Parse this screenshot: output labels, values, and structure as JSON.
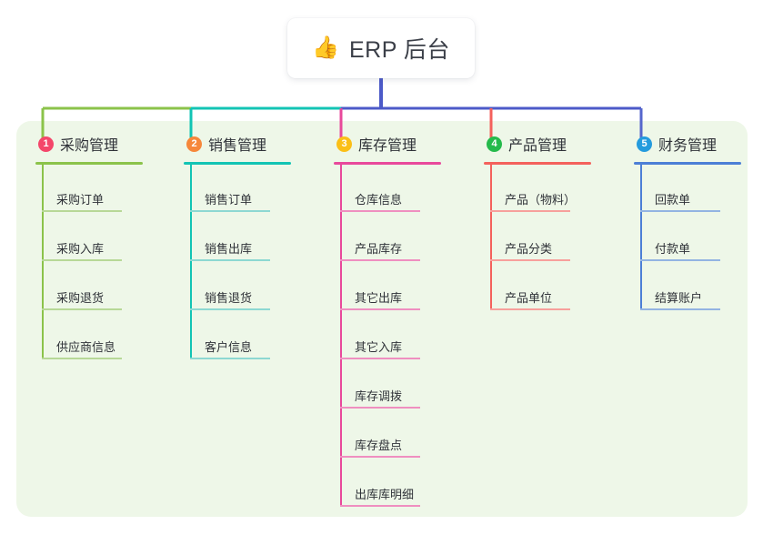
{
  "root": {
    "icon": "thumbs-up-icon",
    "emoji": "👍",
    "title": "ERP 后台"
  },
  "palette": {
    "canvas": "#eef7e8",
    "page": "#ffffff",
    "root_box": "#ffffff",
    "stem_primary": "#4c5ac8",
    "text": "#2f3238"
  },
  "branches": [
    {
      "number": "1",
      "title": "采购管理",
      "badge_color": "#f4466a",
      "line_color": "#8bc34a",
      "leaf_line_color": "#b7d897",
      "connector_color": "#8bc34a",
      "items": [
        {
          "label": "采购订单"
        },
        {
          "label": "采购入库"
        },
        {
          "label": "采购退货"
        },
        {
          "label": "供应商信息"
        }
      ]
    },
    {
      "number": "2",
      "title": "销售管理",
      "badge_color": "#f6873a",
      "line_color": "#12c4b4",
      "leaf_line_color": "#8dd8d2",
      "connector_color": "#12c4b4",
      "items": [
        {
          "label": "销售订单"
        },
        {
          "label": "销售出库"
        },
        {
          "label": "销售退货"
        },
        {
          "label": "客户信息"
        }
      ]
    },
    {
      "number": "3",
      "title": "库存管理",
      "badge_color": "#fbbf17",
      "line_color": "#e8499b",
      "leaf_line_color": "#ef8fc0",
      "connector_color": "#e8499b",
      "items": [
        {
          "label": "仓库信息"
        },
        {
          "label": "产品库存"
        },
        {
          "label": "其它出库"
        },
        {
          "label": "其它入库"
        },
        {
          "label": "库存调拨"
        },
        {
          "label": "库存盘点"
        },
        {
          "label": "出库库明细"
        }
      ]
    },
    {
      "number": "4",
      "title": "产品管理",
      "badge_color": "#25ba4b",
      "line_color": "#f4615c",
      "leaf_line_color": "#f7a09c",
      "connector_color": "#f4615c",
      "items": [
        {
          "label": "产品（物料）"
        },
        {
          "label": "产品分类"
        },
        {
          "label": "产品单位"
        }
      ]
    },
    {
      "number": "5",
      "title": "财务管理",
      "badge_color": "#249bdd",
      "line_color": "#4c7fd6",
      "leaf_line_color": "#93b4e2",
      "connector_color": "#5566cc",
      "items": [
        {
          "label": "回款单"
        },
        {
          "label": "付款单"
        },
        {
          "label": "结算账户"
        }
      ]
    }
  ]
}
